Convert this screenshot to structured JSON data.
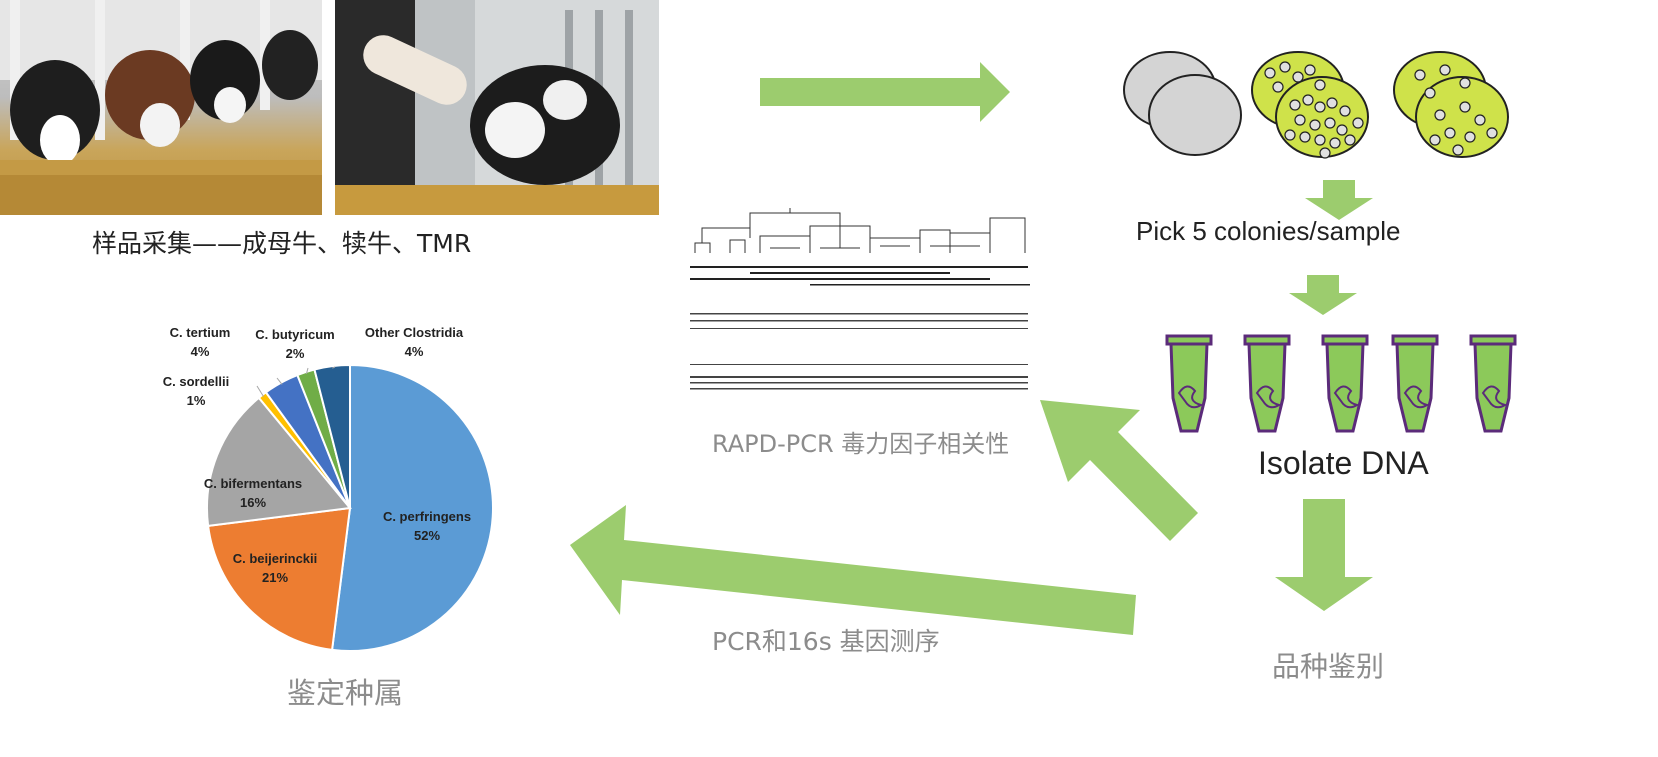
{
  "captions": {
    "sampling": "样品采集——成母牛、犊牛、TMR",
    "pick": "Pick 5 colonies/sample",
    "isolate": "Isolate DNA",
    "identify_variety": "品种鉴别",
    "rapd": "RAPD-PCR 毒力因子相关性",
    "pcr16s": "PCR和16s 基因测序",
    "identify_genus": "鉴定种属"
  },
  "colors": {
    "arrow": "#9ccc6e",
    "plate_gray": "#d4d4d4",
    "plate_green": "#cfe24a",
    "tube_fill": "#8cc95a",
    "tube_outline": "#5b2b7a"
  },
  "chart_data": {
    "type": "pie",
    "slices": [
      {
        "name": "C. perfringens",
        "value": 52,
        "label": "52%",
        "color": "#5b9bd5"
      },
      {
        "name": "C. beijerinckii",
        "value": 21,
        "label": "21%",
        "color": "#ed7d31"
      },
      {
        "name": "C. bifermentans",
        "value": 16,
        "label": "16%",
        "color": "#a5a5a5"
      },
      {
        "name": "C. sordellii",
        "value": 1,
        "label": "1%",
        "color": "#ffc000"
      },
      {
        "name": "C. tertium",
        "value": 4,
        "label": "4%",
        "color": "#4472c4"
      },
      {
        "name": "C. butyricum",
        "value": 2,
        "label": "2%",
        "color": "#70ad47"
      },
      {
        "name": "Other Clostridia",
        "value": 4,
        "label": "4%",
        "color": "#255e91"
      }
    ]
  }
}
